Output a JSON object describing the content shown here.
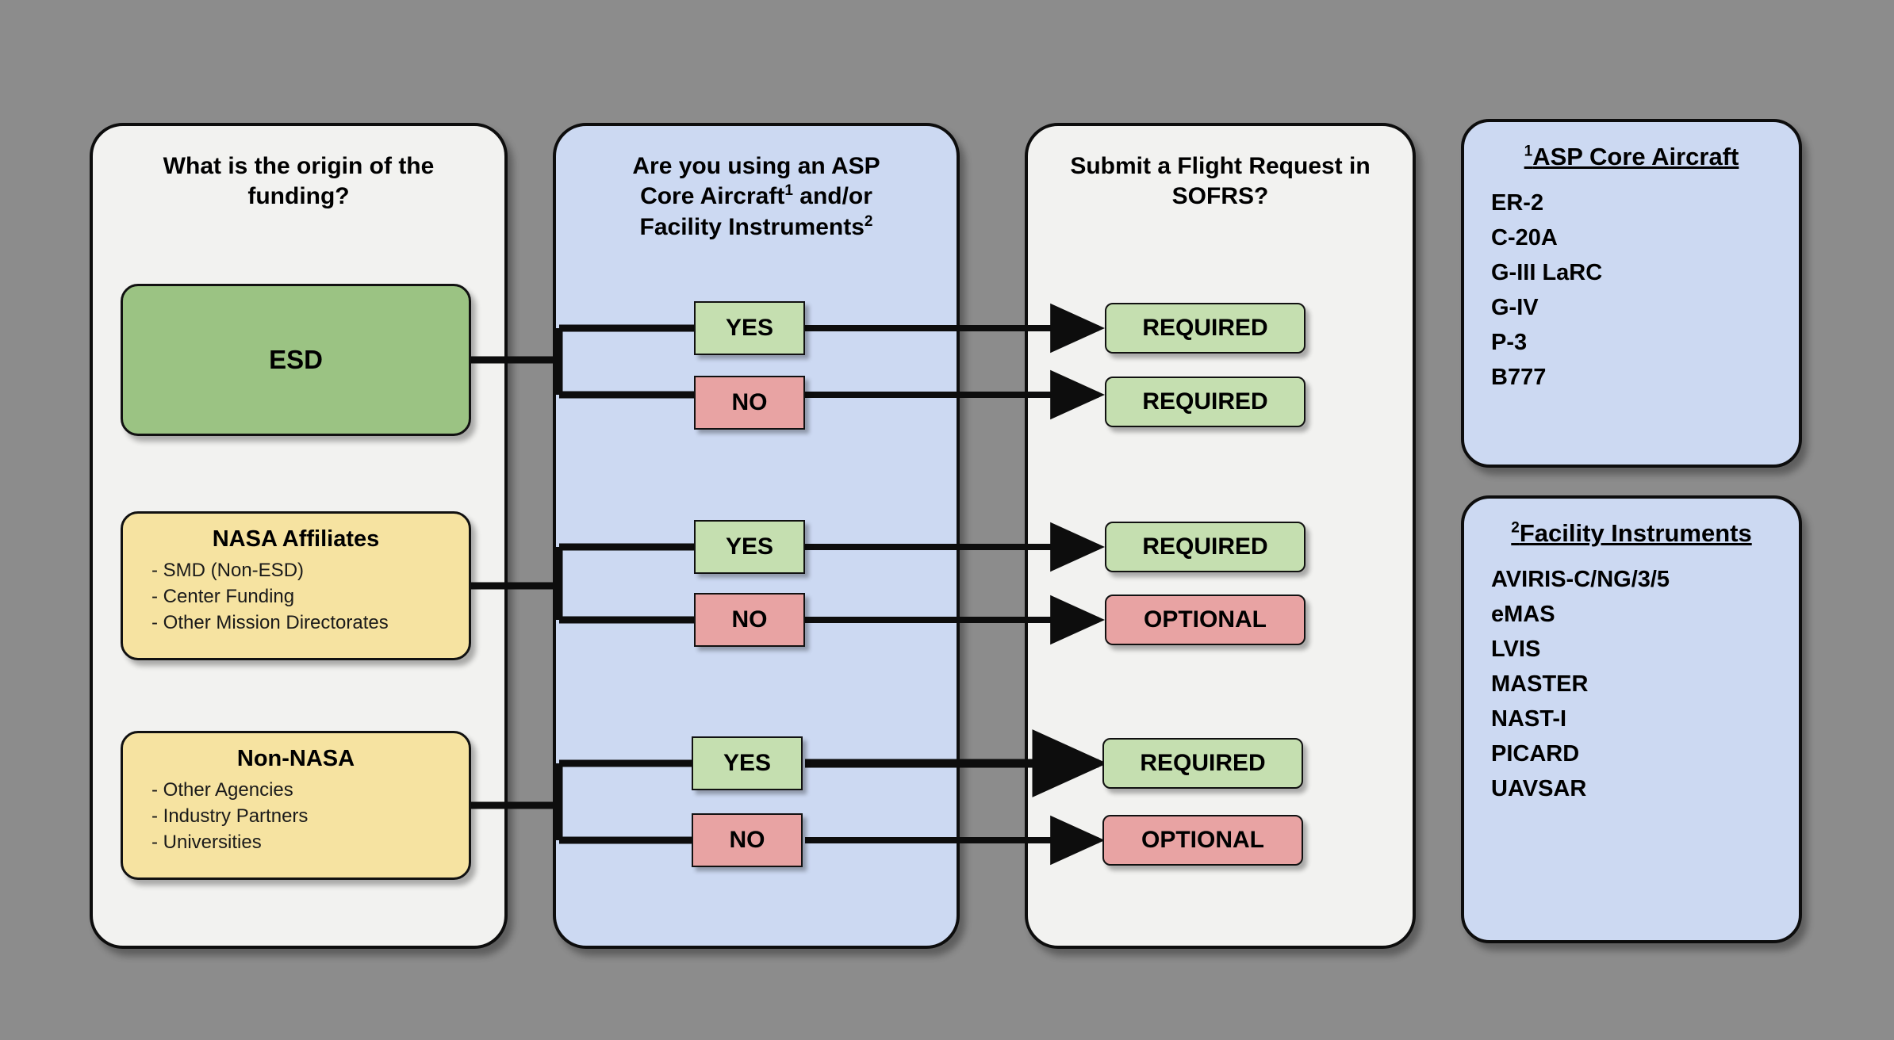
{
  "background_color": "#8c8c8c",
  "columns": [
    {
      "id": "funding-origin",
      "title": "What is the origin of the funding?",
      "style": "light"
    },
    {
      "id": "asp-usage",
      "title_line1": "Are you using an ASP",
      "title_line2_a": "Core Aircraft",
      "title_line2_sup": "1",
      "title_line2_b": " and/or",
      "title_line3_a": "Facility Instruments",
      "title_line3_sup": "2",
      "style": "blue"
    },
    {
      "id": "flight-request",
      "title": "Submit a Flight Request in SOFRS?",
      "style": "light"
    }
  ],
  "sources": [
    {
      "id": "esd",
      "label": "ESD",
      "color": "#9bc383",
      "items": []
    },
    {
      "id": "nasa-affiliates",
      "label": "NASA Affiliates",
      "color": "#f6e3a1",
      "items": [
        "- SMD (Non-ESD)",
        "- Center Funding",
        "- Other Mission Directorates"
      ]
    },
    {
      "id": "non-nasa",
      "label": "Non-NASA",
      "color": "#f6e3a1",
      "items": [
        "- Other Agencies",
        "- Industry Partners",
        "- Universities"
      ]
    }
  ],
  "decisions": {
    "yes_label": "YES",
    "no_label": "NO",
    "yes_color": "#c5dfb0",
    "no_color": "#e8a3a3"
  },
  "branches": [
    {
      "source": "esd",
      "yes_outcome": "REQUIRED",
      "no_outcome": "REQUIRED"
    },
    {
      "source": "nasa-affiliates",
      "yes_outcome": "REQUIRED",
      "no_outcome": "OPTIONAL"
    },
    {
      "source": "non-nasa",
      "yes_outcome": "REQUIRED",
      "no_outcome": "OPTIONAL"
    }
  ],
  "outcome_colors": {
    "REQUIRED": "#c5dfb0",
    "OPTIONAL": "#e8a3a3"
  },
  "legends": [
    {
      "id": "asp-core-aircraft",
      "sup": "1",
      "title": "ASP Core Aircraft",
      "items": [
        "ER-2",
        "C-20A",
        "G-III LaRC",
        "G-IV",
        "P-3",
        "B777"
      ]
    },
    {
      "id": "facility-instruments",
      "sup": "2",
      "title": "Facility Instruments",
      "items": [
        "AVIRIS-C/NG/3/5",
        "eMAS",
        "LVIS",
        "MASTER",
        "NAST-I",
        "PICARD",
        "UAVSAR"
      ]
    }
  ]
}
